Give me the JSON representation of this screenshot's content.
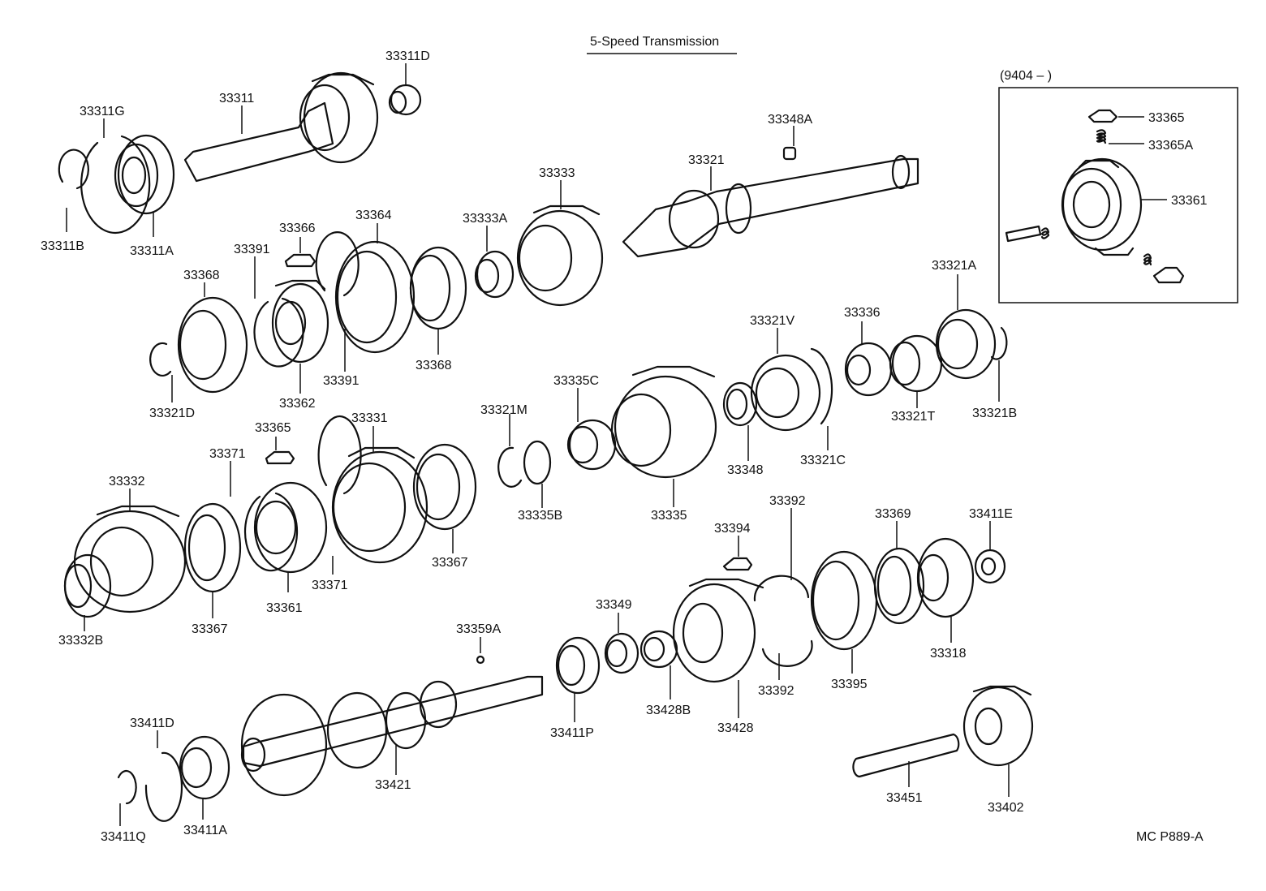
{
  "title": "5-Speed Transmission",
  "inset_date": "(9404 –          )",
  "figure_code": "MC P889-A",
  "labels": {
    "p33311D": "33311D",
    "p33311G": "33311G",
    "p33311": "33311",
    "p33348A": "33348A",
    "p33321": "33321",
    "p33333": "33333",
    "p33333A": "33333A",
    "p33366": "33366",
    "p33364": "33364",
    "p33391a": "33391",
    "p33368a": "33368",
    "p33311B": "33311B",
    "p33311A": "33311A",
    "p33321D": "33321D",
    "p33362": "33362",
    "p33391b": "33391",
    "p33368b": "33368",
    "p33321A": "33321A",
    "p33321V": "33321V",
    "p33336": "33336",
    "p33321T": "33321T",
    "p33321B": "33321B",
    "p33321C": "33321C",
    "p33348": "33348",
    "p33335C": "33335C",
    "p33335": "33335",
    "p33321M": "33321M",
    "p33335B": "33335B",
    "p33365a": "33365",
    "p33331": "33331",
    "p33371a": "33371",
    "p33332": "33332",
    "p33367a": "33367",
    "p33371b": "33371",
    "p33361a": "33361",
    "p33367b": "33367",
    "p33332B": "33332B",
    "p33392a": "33392",
    "p33394": "33394",
    "p33369": "33369",
    "p33411E": "33411E",
    "p33349": "33349",
    "p33359A": "33359A",
    "p33428B": "33428B",
    "p33428": "33428",
    "p33392b": "33392",
    "p33395": "33395",
    "p33318": "33318",
    "p33411P": "33411P",
    "p33421": "33421",
    "p33411D": "33411D",
    "p33411Q": "33411Q",
    "p33411A": "33411A",
    "p33451": "33451",
    "p33402": "33402",
    "i33365": "33365",
    "i33365A": "33365A",
    "i33361": "33361"
  }
}
